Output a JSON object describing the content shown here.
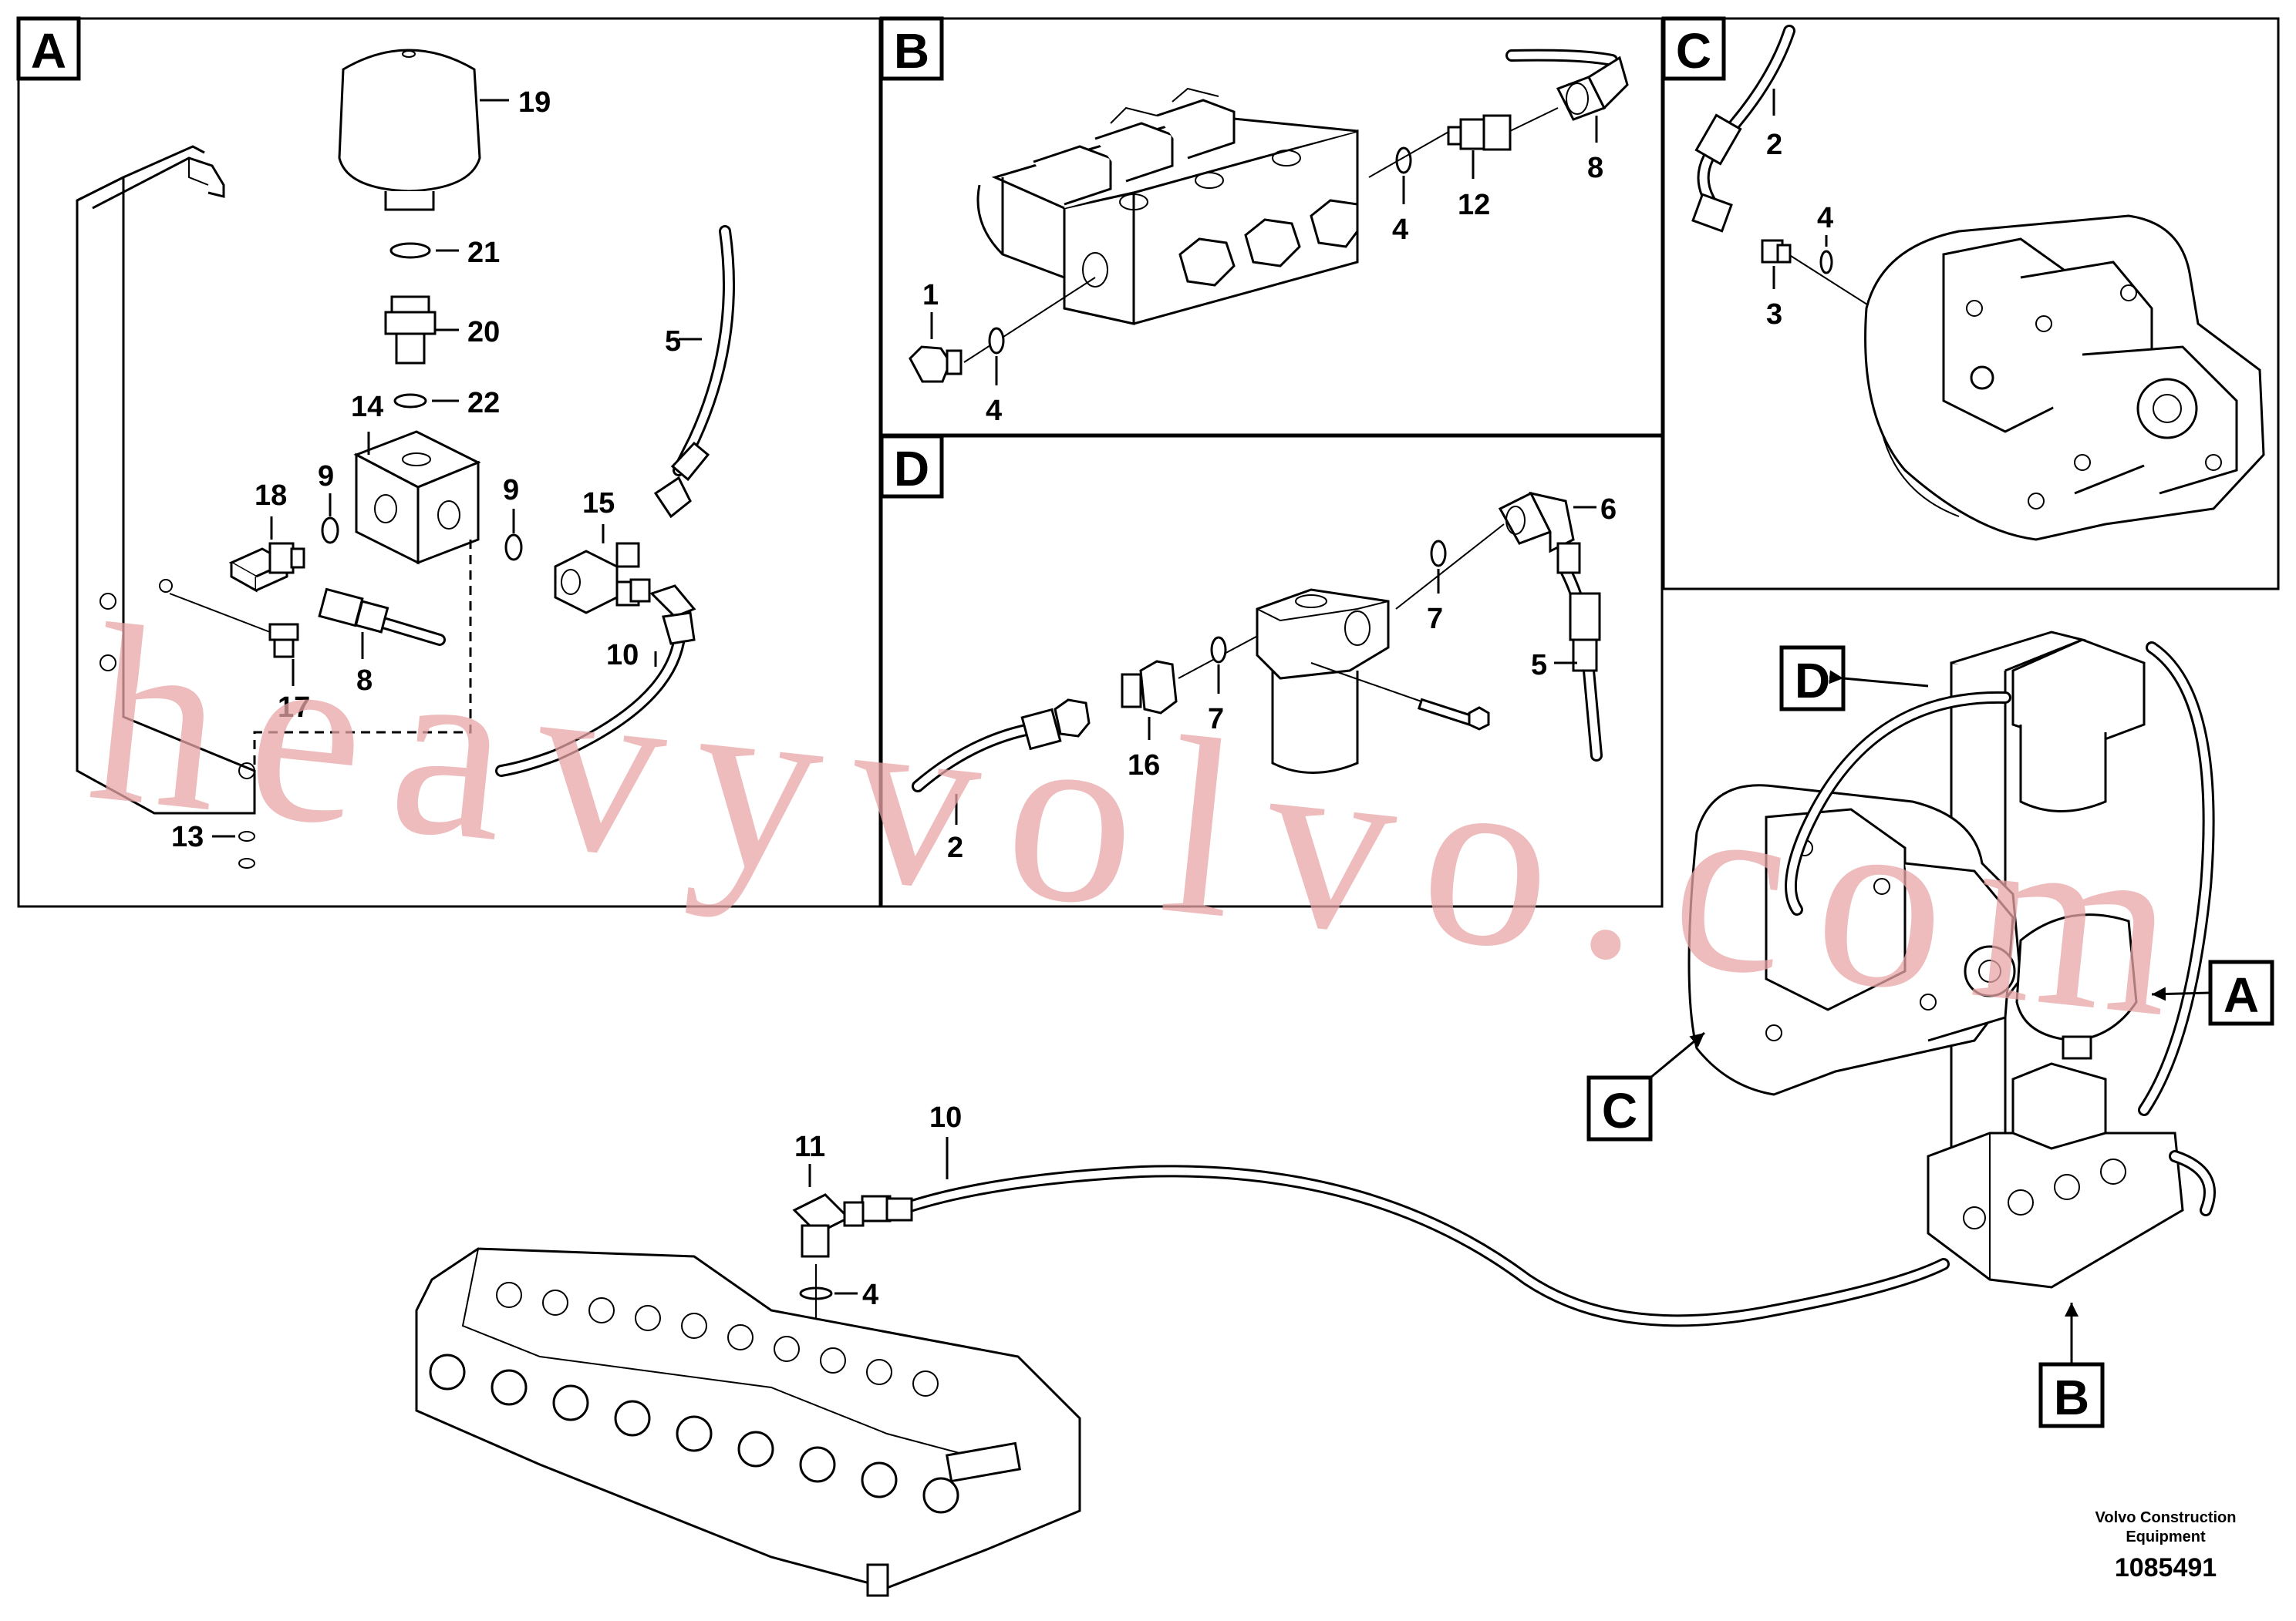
{
  "panels": {
    "A": {
      "letter": "A",
      "callouts": {
        "c19": "19",
        "c21": "21",
        "c20": "20",
        "c22": "22",
        "c14": "14",
        "c9a": "9",
        "c9b": "9",
        "c18": "18",
        "c15": "15",
        "c5": "5",
        "c8": "8",
        "c17": "17",
        "c10": "10",
        "c13": "13"
      }
    },
    "B": {
      "letter": "B",
      "callouts": {
        "c1": "1",
        "c4a": "4",
        "c4b": "4",
        "c12": "12",
        "c8": "8"
      }
    },
    "C": {
      "letter": "C",
      "callouts": {
        "c2": "2",
        "c4": "4",
        "c3": "3"
      }
    },
    "D": {
      "letter": "D",
      "callouts": {
        "c6": "6",
        "c7a": "7",
        "c7b": "7",
        "c5": "5",
        "c16": "16",
        "c2": "2"
      }
    }
  },
  "overview": {
    "keys": {
      "D": "D",
      "A": "A",
      "C": "C",
      "B": "B"
    },
    "callouts": {
      "c10": "10",
      "c11": "11",
      "c4": "4"
    }
  },
  "caption": {
    "company_line1": "Volvo Construction",
    "company_line2": "Equipment",
    "drawing_number": "1085491"
  },
  "watermark": "heavyvolvo.com"
}
